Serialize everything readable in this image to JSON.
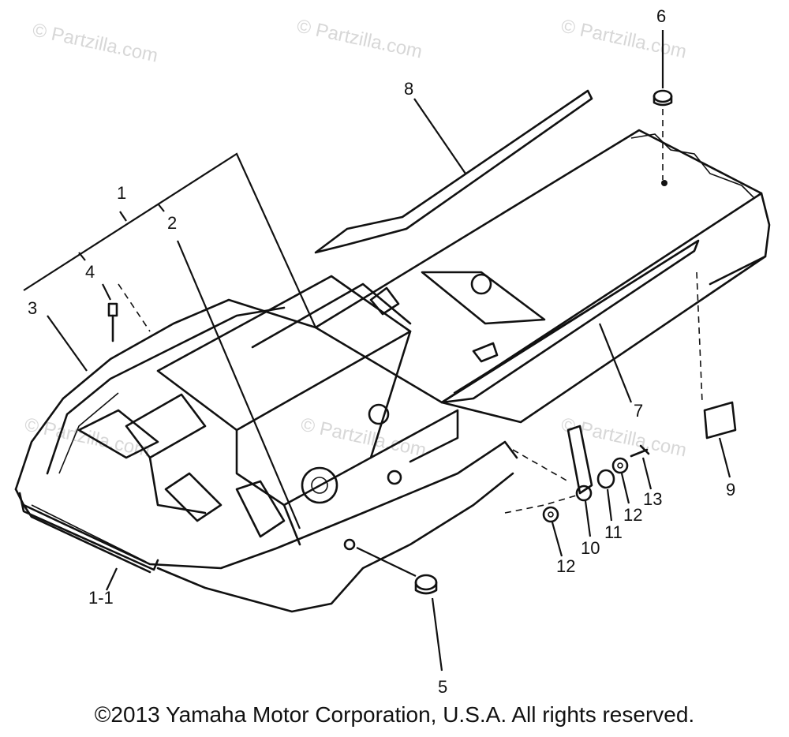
{
  "watermarks": [
    "© Partzilla.com",
    "© Partzilla.com",
    "© Partzilla.com",
    "© Partzilla.com",
    "© Partzilla.com",
    "© Partzilla.com"
  ],
  "callouts": {
    "c1": "1",
    "c2": "2",
    "c3": "3",
    "c4": "4",
    "c5": "5",
    "c6": "6",
    "c7": "7",
    "c8": "8",
    "c9": "9",
    "c10": "10",
    "c11": "11",
    "c12a": "12",
    "c12b": "12",
    "c13": "13",
    "c1_1": "1-1"
  },
  "copyright": "©2013 Yamaha Motor Corporation, U.S.A. All rights reserved."
}
